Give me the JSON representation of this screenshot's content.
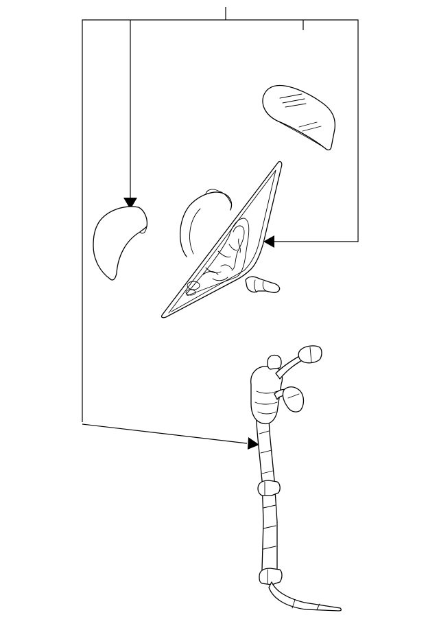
{
  "diagram": {
    "type": "exploded-parts-view",
    "parts": [
      {
        "name": "mirror-cover-cap"
      },
      {
        "name": "mirror-glass"
      },
      {
        "name": "outside-mirror-assembly"
      },
      {
        "name": "mirror-wiring-harness"
      }
    ],
    "line_color": "#000000",
    "background": "#ffffff"
  }
}
